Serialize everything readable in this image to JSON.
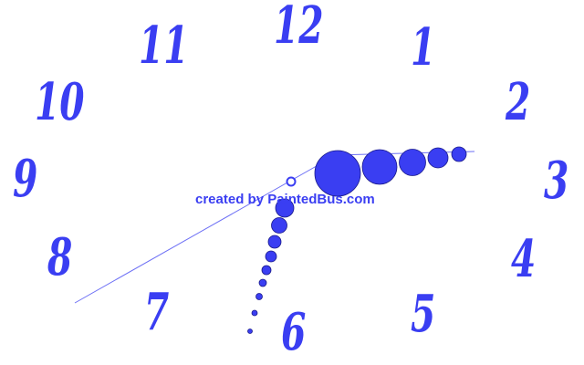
{
  "clock": {
    "numerals": [
      "12",
      "1",
      "2",
      "3",
      "4",
      "5",
      "6",
      "7",
      "8",
      "9",
      "10",
      "11"
    ],
    "credit": "created by PaintedBus.com",
    "colors": {
      "numeral": "#3a3ef2",
      "hand_fill": "#3a3ef2",
      "hand_stroke": "#1a1a8a",
      "second_hand": "#6d70f5",
      "background": "#ffffff"
    }
  }
}
